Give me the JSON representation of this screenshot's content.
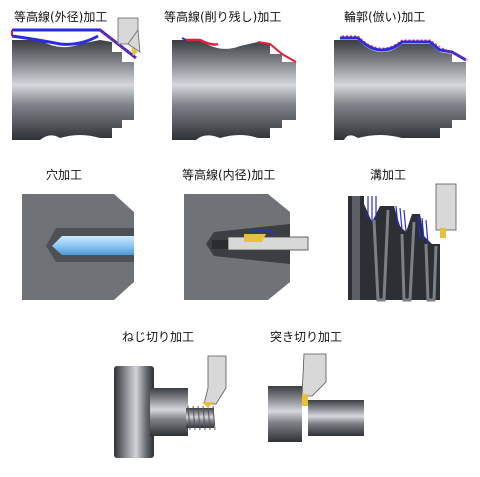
{
  "labels": {
    "c1": "等高線(外径)加工",
    "c2": "等高線(削り残し)加工",
    "c3": "輪郭(倣い)加工",
    "c4": "穴加工",
    "c5": "等高線(内径)加工",
    "c6": "溝加工",
    "c7": "ねじ切り加工",
    "c8": "突き切り加工"
  },
  "colors": {
    "steel": "#6f7378",
    "steel_dark": "#3b3e42",
    "steel_light": "#c9ccd0",
    "toolpath_blue": "#2a2ae0",
    "toolpath_red": "#e0203a",
    "insert_yellow": "#e6c23a",
    "drill_blue": "#9fd3ff",
    "holder_gray": "#d8d8d8"
  },
  "icons": [
    "outer-turning-icon",
    "rest-machining-icon",
    "contour-following-icon",
    "drilling-icon",
    "inner-turning-icon",
    "grooving-icon",
    "threading-icon",
    "cutoff-icon"
  ]
}
